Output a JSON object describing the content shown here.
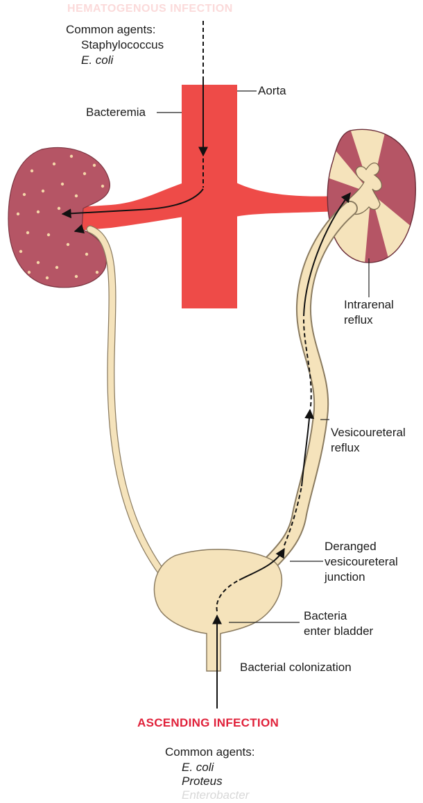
{
  "hematogenous": {
    "title": "HEMATOGENOUS INFECTION",
    "agents_heading": "Common agents:",
    "agents": [
      "Staphylococcus",
      "E. coli"
    ]
  },
  "labels": {
    "aorta": "Aorta",
    "bacteremia": "Bacteremia",
    "intrarenal_line1": "Intrarenal",
    "intrarenal_line2": "reflux",
    "vesicoureteral_line1": "Vesicoureteral",
    "vesicoureteral_line2": "reflux",
    "deranged_line1": "Deranged",
    "deranged_line2": "vesicoureteral",
    "deranged_line3": "junction",
    "bacteria_line1": "Bacteria",
    "bacteria_line2": "enter bladder",
    "colonization": "Bacterial colonization"
  },
  "ascending": {
    "title": "ASCENDING INFECTION",
    "agents_heading": "Common agents:",
    "agents": [
      "E. coli",
      "Proteus",
      "Enterobacter"
    ]
  },
  "colors": {
    "aorta_red": "#ee4b48",
    "kidney_maroon": "#b55565",
    "ureter_tan": "#f5e3bb",
    "heading_red": "#e0213a"
  }
}
